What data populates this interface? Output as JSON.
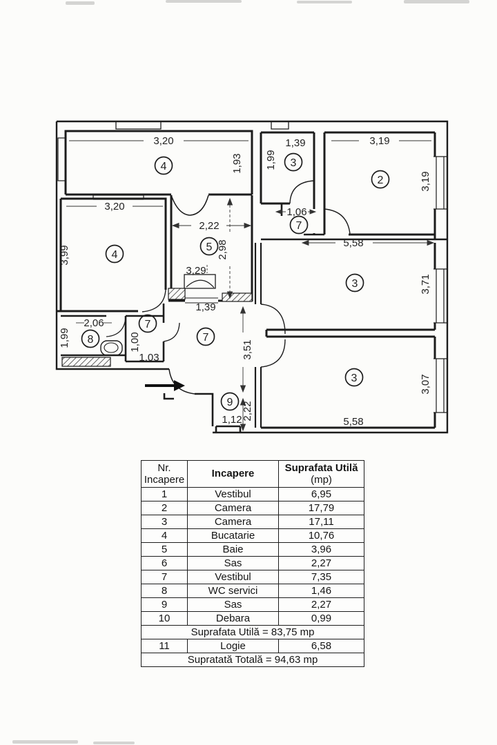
{
  "plan": {
    "dims": {
      "kitchen_upper_width": "3,20",
      "kitchen_upper_depth": "1,93",
      "sas_top_width": "1,39",
      "sas_top_depth": "1,99",
      "camera2_width": "3,19",
      "camera2_depth": "3,19",
      "kitchen_lower_width": "3,20",
      "kitchen_lower_depth": "3,99",
      "baie_width": "2,22",
      "baie_depth": "2,98",
      "vestibul_top_width": "1,06",
      "camera3_upper_width": "5,58",
      "bath_fixture_width": "3,29",
      "baie_door_width": "1,39",
      "wc_width": "2,06",
      "wc_depth": "1,99",
      "debara_depth": "1,00",
      "debara_width": "1,03",
      "camera3_upper_depth": "3,71",
      "corridor_depth": "3,51",
      "camera3_lower_depth": "3,07",
      "camera3_lower_width": "5,58",
      "sas9_width": "1,12",
      "sas9_depth": "2,22"
    },
    "markers": {
      "kitchen_upper": "4",
      "sas_top": "3",
      "camera2": "2",
      "kitchen_lower": "4",
      "baie": "5",
      "vestibul_top": "7",
      "camera3_upper": "3",
      "vestibul_small": "7",
      "wc": "8",
      "vestibul_main": "7",
      "camera3_lower": "3",
      "sas9": "9"
    }
  },
  "table": {
    "header": {
      "col1_line1": "Nr.",
      "col1_line2": "Incapere",
      "col2": "Incapere",
      "col3_line1": "Suprafata Utilă",
      "col3_line2": "(mp)"
    },
    "rows": [
      {
        "nr": "1",
        "name": "Vestibul",
        "area": "6,95"
      },
      {
        "nr": "2",
        "name": "Camera",
        "area": "17,79"
      },
      {
        "nr": "3",
        "name": "Camera",
        "area": "17,11"
      },
      {
        "nr": "4",
        "name": "Bucatarie",
        "area": "10,76"
      },
      {
        "nr": "5",
        "name": "Baie",
        "area": "3,96"
      },
      {
        "nr": "6",
        "name": "Sas",
        "area": "2,27"
      },
      {
        "nr": "7",
        "name": "Vestibul",
        "area": "7,35"
      },
      {
        "nr": "8",
        "name": "WC servici",
        "area": "1,46"
      },
      {
        "nr": "9",
        "name": "Sas",
        "area": "2,27"
      },
      {
        "nr": "10",
        "name": "Debara",
        "area": "0,99"
      }
    ],
    "subtotal": "Suprafata Utilă = 83,75 mp",
    "row11": {
      "nr": "11",
      "name": "Logie",
      "area": "6,58"
    },
    "total": "Supratată Totală = 94,63 mp"
  },
  "colors": {
    "ink": "#1c1c1c",
    "paper": "#fcfcfa"
  }
}
